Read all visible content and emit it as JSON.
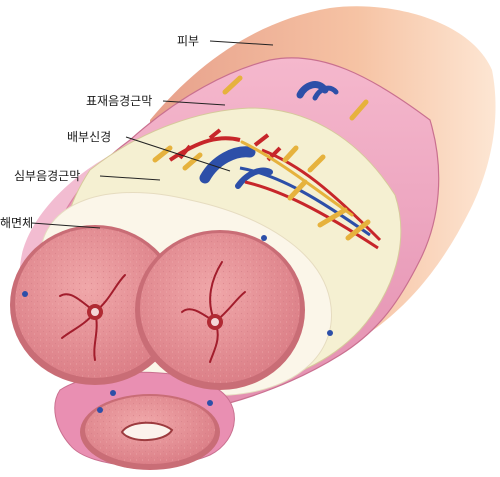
{
  "labels": {
    "skin": "피부",
    "superficial_fascia": "표재음경근막",
    "dorsal_nerve": "배부신경",
    "deep_fascia": "심부음경근막",
    "corpus_cavernosum": "해면체"
  },
  "colors": {
    "skin_outer": "#f6c3a4",
    "skin_shadow": "#d98d78",
    "fascia_pink": "#f1a3bf",
    "deep_layer": "#f5f0d2",
    "corpus_pink": "#e79499",
    "corpus_rim": "#c96d76",
    "artery_red": "#c7262a",
    "vein_blue": "#2d4fa8",
    "nerve_yellow": "#e6b23d"
  }
}
